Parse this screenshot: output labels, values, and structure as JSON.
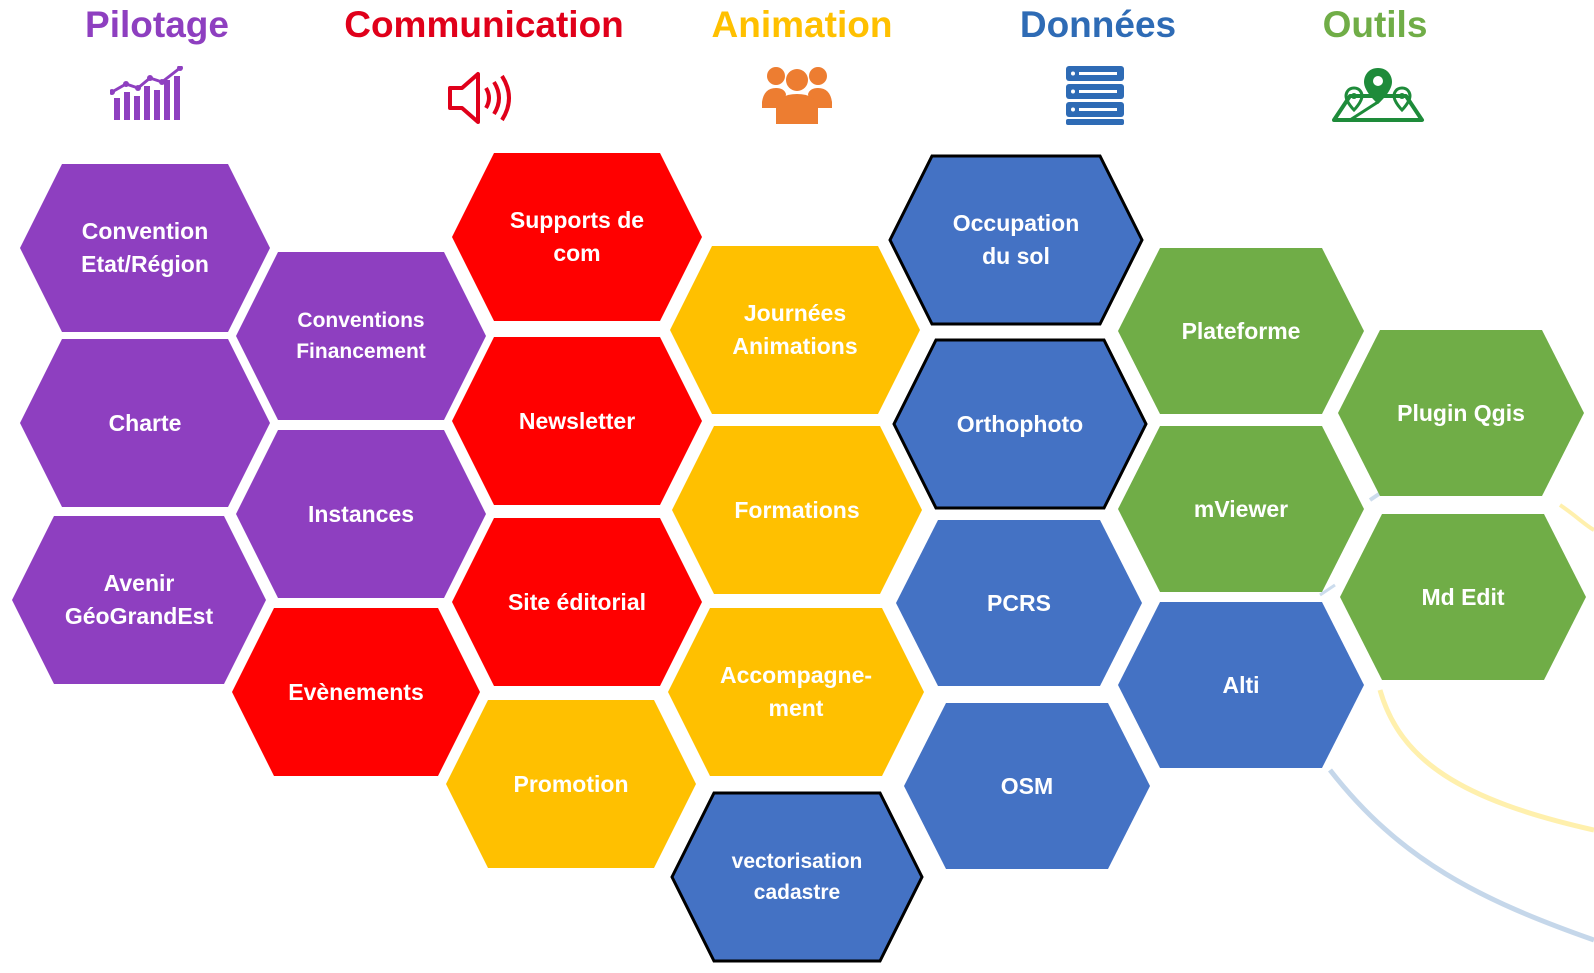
{
  "colors": {
    "pilotage": "#8E3FC0",
    "communication": "#FF0000",
    "animation": "#FFC000",
    "donnees": "#4472C4",
    "outils": "#70AD47",
    "communication_title": "#E0001A",
    "donnees_title": "#2E6BB5",
    "animation_icon": "#ED7D31",
    "outils_icon": "#1E8B3A"
  },
  "categories": [
    {
      "id": "pilotage",
      "title": "Pilotage",
      "icon": "bar-chart-icon"
    },
    {
      "id": "communication",
      "title": "Communication",
      "icon": "megaphone-icon"
    },
    {
      "id": "animation",
      "title": "Animation",
      "icon": "users-group-icon"
    },
    {
      "id": "donnees",
      "title": "Données",
      "icon": "database-server-icon"
    },
    {
      "id": "outils",
      "title": "Outils",
      "icon": "map-pin-icon"
    }
  ],
  "hexagons": [
    {
      "label": "Convention\nEtat/Région",
      "category": "pilotage"
    },
    {
      "label": "Conventions\nFinancement",
      "category": "pilotage"
    },
    {
      "label": "Charte",
      "category": "pilotage"
    },
    {
      "label": "Instances",
      "category": "pilotage"
    },
    {
      "label": "Avenir\nGéoGrandEst",
      "category": "pilotage"
    },
    {
      "label": "Evènements",
      "category": "communication"
    },
    {
      "label": "Supports de\ncom",
      "category": "communication"
    },
    {
      "label": "Newsletter",
      "category": "communication"
    },
    {
      "label": "Site éditorial",
      "category": "communication"
    },
    {
      "label": "Promotion",
      "category": "animation"
    },
    {
      "label": "Journées\nAnimations",
      "category": "animation"
    },
    {
      "label": "Formations",
      "category": "animation"
    },
    {
      "label": "Accompagne-\nment",
      "category": "animation"
    },
    {
      "label": "vectorisation\ncadastre",
      "category": "donnees",
      "outlined": true
    },
    {
      "label": "Occupation\ndu sol",
      "category": "donnees",
      "outlined": true
    },
    {
      "label": "Orthophoto",
      "category": "donnees",
      "outlined": true
    },
    {
      "label": "PCRS",
      "category": "donnees"
    },
    {
      "label": "OSM",
      "category": "donnees"
    },
    {
      "label": "Plateforme",
      "category": "outils"
    },
    {
      "label": "mViewer",
      "category": "outils"
    },
    {
      "label": "Alti",
      "category": "donnees"
    },
    {
      "label": "Plugin Qgis",
      "category": "outils"
    },
    {
      "label": "Md Edit",
      "category": "outils"
    }
  ]
}
